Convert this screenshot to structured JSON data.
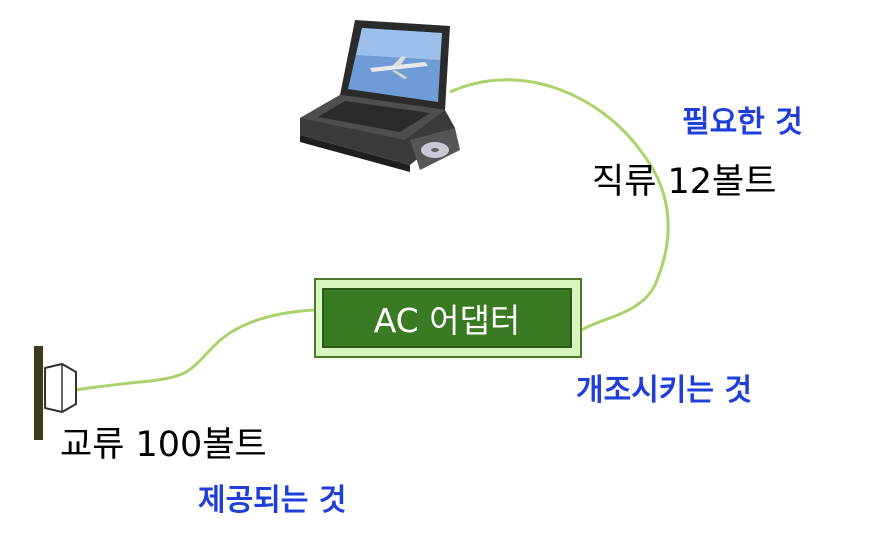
{
  "laptop": {
    "icon": "laptop-icon"
  },
  "plug": {
    "icon": "plug-icon"
  },
  "adapter": {
    "label": "AC 어댑터"
  },
  "labels": {
    "needed": "필요한 것",
    "dc": "직류 12볼트",
    "converts": "개조시키는 것",
    "ac": "교류 100볼트",
    "provided": "제공되는 것"
  },
  "colors": {
    "cable": "#a9d36a",
    "blue_text": "#1f3fd8",
    "adapter_fill": "#3a7a22",
    "adapter_border": "#d9f5c2"
  }
}
